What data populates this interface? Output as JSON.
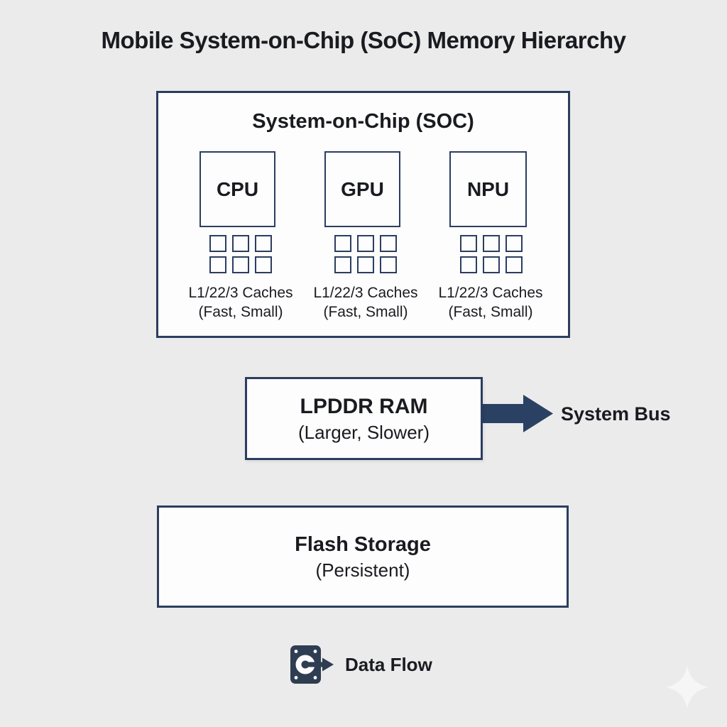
{
  "title": "Mobile System-on-Chip (SoC) Memory Hierarchy",
  "soc": {
    "title": "System-on-Chip (SOC)",
    "processors": [
      {
        "name": "CPU",
        "cache_label": "L1/22/3 Caches",
        "cache_detail": "(Fast, Small)"
      },
      {
        "name": "GPU",
        "cache_label": "L1/22/3 Caches",
        "cache_detail": "(Fast, Small)"
      },
      {
        "name": "NPU",
        "cache_label": "L1/22/3 Caches",
        "cache_detail": "(Fast, Small)"
      }
    ]
  },
  "ram": {
    "name": "LPDDR RAM",
    "detail": "(Larger, Slower)"
  },
  "system_bus": {
    "label": "System Bus"
  },
  "flash": {
    "name": "Flash Storage",
    "detail": "(Persistent)"
  },
  "legend": {
    "label": "Data Flow",
    "icon": "storage-drive-arrow-icon"
  },
  "colors": {
    "background": "#ebebeb",
    "box_fill": "#fdfdfd",
    "outline_navy": "#2c3d5f",
    "arrow_navy": "#2b4163",
    "icon_slate": "#2e3d52",
    "text": "#1a1b20"
  }
}
